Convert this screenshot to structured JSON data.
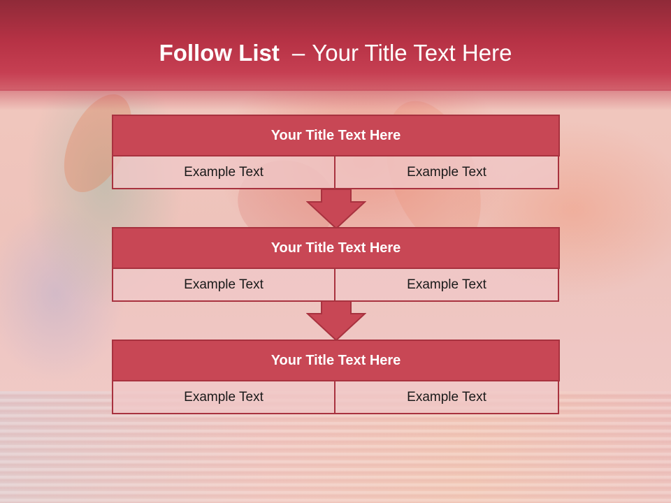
{
  "slide": {
    "title_bold": "Follow List",
    "title_separator": "–",
    "title_rest": "Your Title Text Here"
  },
  "steps": [
    {
      "title": "Your Title Text Here",
      "left": "Example Text",
      "right": "Example Text"
    },
    {
      "title": "Your Title Text Here",
      "left": "Example Text",
      "right": "Example Text"
    },
    {
      "title": "Your Title Text Here",
      "left": "Example Text",
      "right": "Example Text"
    }
  ],
  "colors": {
    "header": "#b63245",
    "block_title": "#c84755",
    "block_border": "#a8323f",
    "arrow": "#c84755"
  },
  "icons": {
    "connector": "down-arrow-icon"
  }
}
